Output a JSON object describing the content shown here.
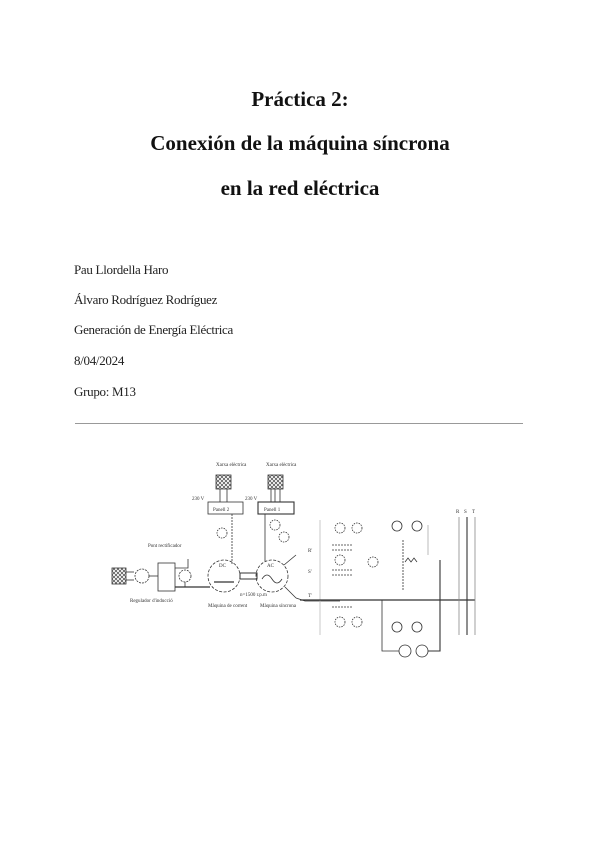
{
  "document": {
    "title_lines": [
      "Práctica 2:",
      "Conexión de la máquina síncrona",
      "en la red eléctrica"
    ],
    "authors": [
      "Pau Llordella Haro",
      "Álvaro Rodríguez Rodríguez"
    ],
    "course": "Generación de Energía Eléctrica",
    "date": "8/04/2024",
    "group": "Grupo: M13"
  },
  "diagram": {
    "labels": {
      "source_left": "Xarxa elèctrica",
      "source_right": "Xarxa elèctrica",
      "voltage_left": "230 V",
      "voltage_right": "230 V",
      "panel_left": "Panell 2",
      "panel_right": "Panell 1",
      "rectifier": "Pont rectificador",
      "regulator": "Regulador d'inducció",
      "dc_machine_symbol": "DC",
      "ac_machine_symbol": "AC",
      "dc_machine": "Màquina de corrent",
      "ac_machine": "Màquina síncrona",
      "speed": "n=1500 r.p.m",
      "phase_r": "R'",
      "phase_s": "S'",
      "phase_t": "T'",
      "bus_r": "R",
      "bus_s": "S",
      "bus_t": "T"
    }
  }
}
